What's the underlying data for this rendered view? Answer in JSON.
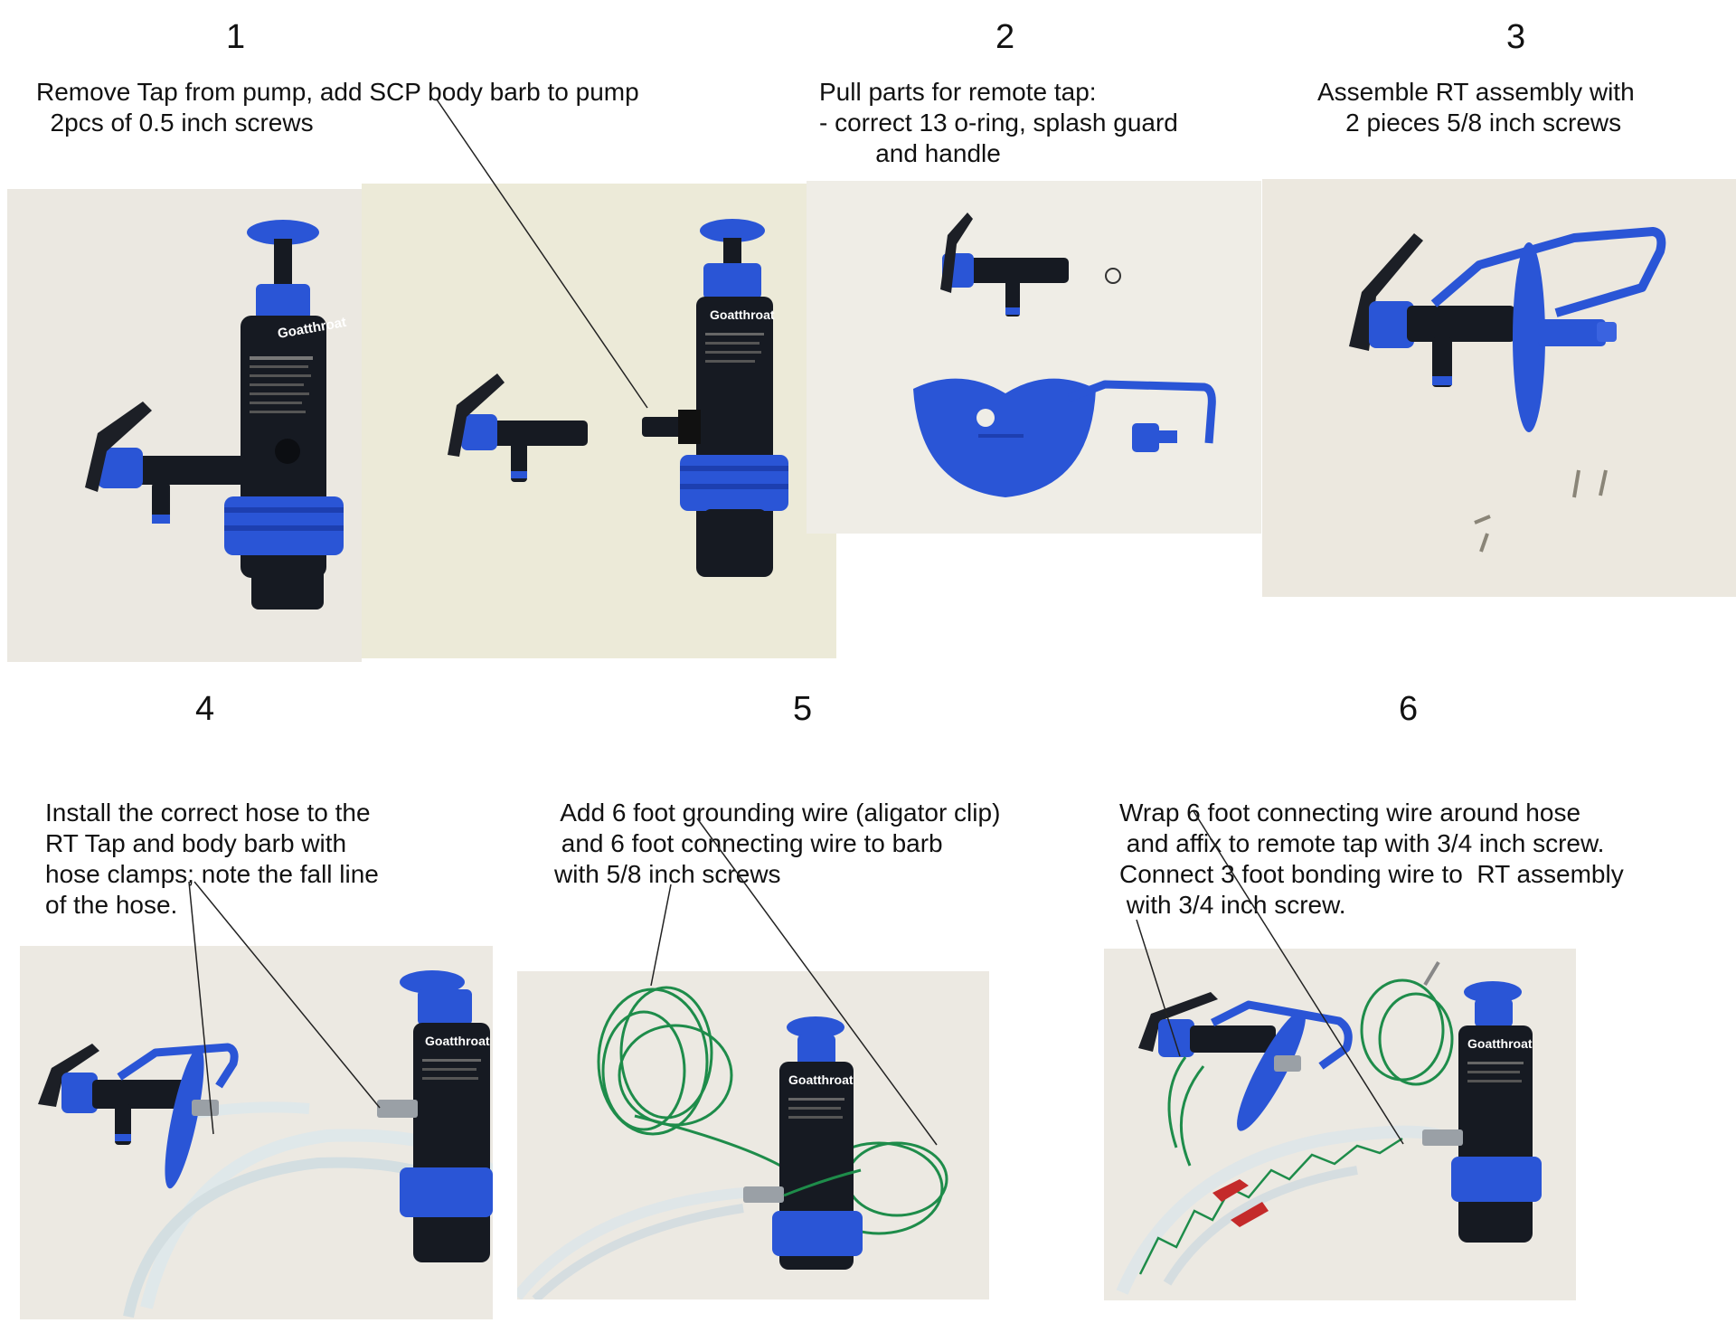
{
  "steps": [
    {
      "number": "1",
      "caption": "Remove Tap from pump, add SCP body barb to pump\n  2pcs of 0.5 inch screws"
    },
    {
      "number": "2",
      "caption": "Pull parts for remote tap:\n- correct 13 o-ring, splash guard\n        and handle"
    },
    {
      "number": "3",
      "caption": "Assemble RT assembly with\n    2 pieces 5/8 inch screws"
    },
    {
      "number": "4",
      "caption": "Install the correct hose to the\nRT Tap and body barb with\nhose clamps; note the fall line\nof the hose."
    },
    {
      "number": "5",
      "caption": " Add 6 foot grounding wire (aligator clip)\n and 6 foot connecting wire to barb\nwith 5/8 inch screws"
    },
    {
      "number": "6",
      "caption": "Wrap 6 foot connecting wire around hose\n and affix to remote tap with 3/4 inch screw.\nConnect 3 foot bonding wire to  RT assembly\n with 3/4 inch screw."
    }
  ],
  "pump_label": "Goatthroat",
  "colors": {
    "part_blue": "#2a55d6",
    "body_black": "#161a22",
    "wire_green": "#1e8c4a",
    "hose": "#e8eef0",
    "background_paper": "#ece8df"
  }
}
